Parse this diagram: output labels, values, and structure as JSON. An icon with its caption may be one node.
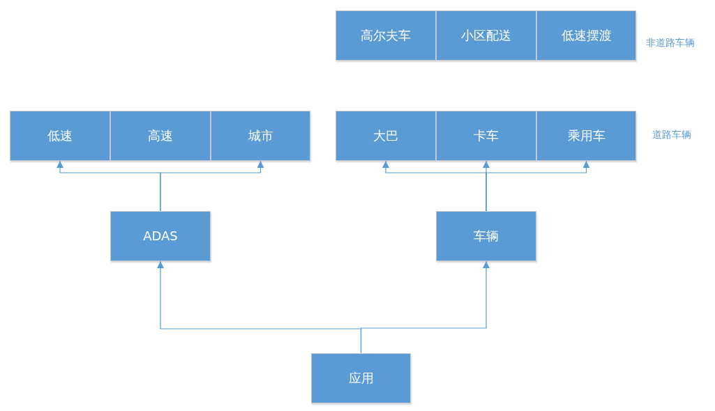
{
  "diagram": {
    "nodes": [
      {
        "text": [
          "高尔夫车"
        ]
      },
      {
        "text": [
          "小区配送"
        ]
      },
      {
        "text": [
          "低速摆渡"
        ]
      },
      {
        "text": [
          "低速"
        ]
      },
      {
        "text": [
          "高速"
        ]
      },
      {
        "text": [
          "城市"
        ]
      },
      {
        "text": [
          "大巴"
        ]
      },
      {
        "text": [
          "卡车"
        ]
      },
      {
        "text": [
          "乘用车"
        ]
      },
      {
        "text": [
          "ADAS"
        ]
      },
      {
        "text": [
          "车辆"
        ]
      },
      {
        "text": [
          "应用"
        ]
      }
    ],
    "edges": [
      {
        "from": 11,
        "to": 9,
        "arrow": "to"
      },
      {
        "from": 11,
        "to": 10,
        "arrow": "to"
      },
      {
        "from": 9,
        "to": 3,
        "arrow": "to"
      },
      {
        "from": 9,
        "to": 5,
        "arrow": "to"
      },
      {
        "from": 10,
        "to": 6,
        "arrow": "to"
      },
      {
        "from": 10,
        "to": 7,
        "arrow": "to"
      },
      {
        "from": 10,
        "to": 8,
        "arrow": "to"
      }
    ],
    "labels": [
      "非道路车辆",
      "道路车辆"
    ]
  }
}
